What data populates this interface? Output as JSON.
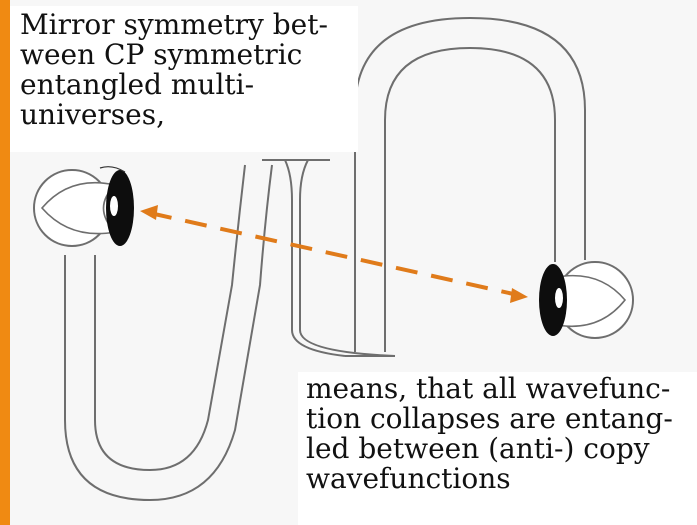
{
  "captions": {
    "top": "Mirror symmetry bet-\nween CP symmetric\nentangled multi-\nuniverses,",
    "bottom": "means, that all wavefunc-\ntion collapses are entang-\nled between (anti-) copy\nwavefunctions"
  },
  "colors": {
    "accent": "#e07b1a",
    "border": "#f08a12",
    "line": "#6e6e6e",
    "pupil": "#0d0d0d"
  },
  "icons": {
    "left_eye": "eye-icon",
    "right_eye": "eye-icon",
    "arrow": "double-headed-dashed-arrow"
  }
}
